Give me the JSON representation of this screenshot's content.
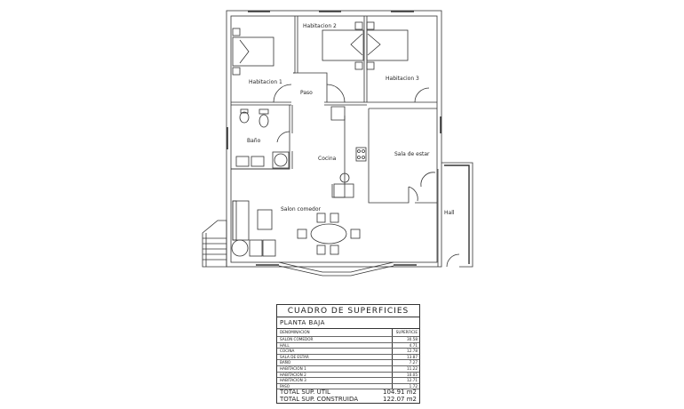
{
  "rooms": {
    "habitacion1": "Habitacion 1",
    "habitacion2": "Habitacion 2",
    "habitacion3": "Habitacion 3",
    "paso": "Paso",
    "bano": "Baño",
    "cocina": "Cocina",
    "sala_estar": "Sala de estar",
    "salon_comedor": "Salon comedor",
    "hall": "Hall"
  },
  "table": {
    "title": "CUADRO DE SUPERFICIES",
    "subtitle": "PLANTA BAJA",
    "col_name": "DENOMINACION",
    "col_value": "SUPERFICIE",
    "rows": [
      {
        "name": "SALON COMEDOR",
        "value": "30.58"
      },
      {
        "name": "HALL",
        "value": "4.71"
      },
      {
        "name": "COCINA",
        "value": "12.78"
      },
      {
        "name": "SALA DE ESTAR",
        "value": "13.87"
      },
      {
        "name": "BAÑO",
        "value": "7.27"
      },
      {
        "name": "HABITACION 1",
        "value": "11.22"
      },
      {
        "name": "HABITACION 2",
        "value": "10.05"
      },
      {
        "name": "HABITACION 3",
        "value": "12.71"
      },
      {
        "name": "PASO",
        "value": "1.72"
      }
    ],
    "total_util_label": "TOTAL SUP. UTIL",
    "total_util_value": "104.91 m2",
    "total_construida_label": "TOTAL SUP. CONSTRUIDA",
    "total_construida_value": "122.07 m2"
  }
}
